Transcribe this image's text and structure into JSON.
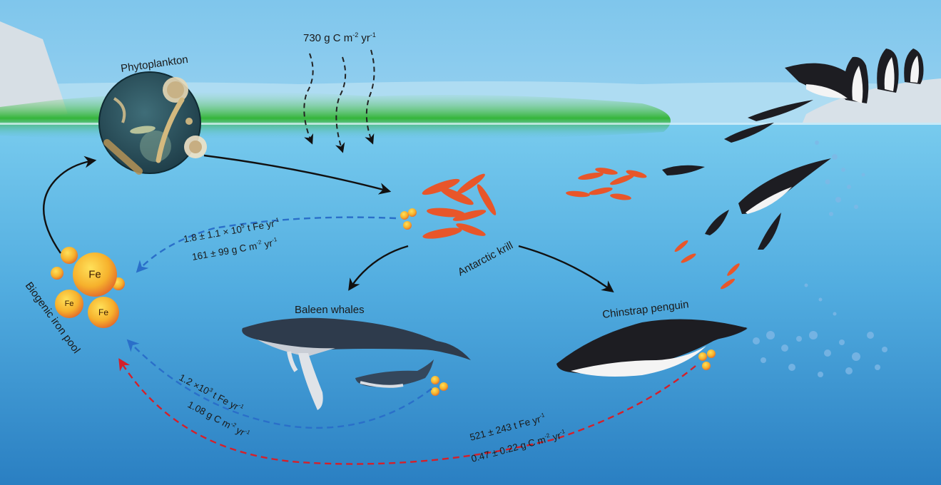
{
  "labels": {
    "phytoplankton": "Phytoplankton",
    "carbon_input": "730 g C m",
    "carbon_input_exp": "-2",
    "carbon_input_tail": " yr",
    "carbon_input_exp2": "-1",
    "antarctic_krill": "Antarctic krill",
    "baleen_whales": "Baleen whales",
    "chinstrap_penguin": "Chinstrap penguin",
    "biogenic_iron_pool": "Biogenic iron pool"
  },
  "iron_atoms": {
    "large": "Fe",
    "small_left": "Fe",
    "small_right": "Fe"
  },
  "fluxes": {
    "krill": {
      "iron": {
        "base": "1.8 ± 1.1 × 10",
        "exp": "5",
        "unit": " t Fe yr",
        "unit_exp": "-1"
      },
      "carbon": {
        "base": "161 ± 99 g C m",
        "exp": "-2",
        "unit": " yr",
        "unit_exp": "-1"
      }
    },
    "whales": {
      "iron": {
        "base": "1.2 ×10",
        "exp": "3",
        "unit": " t Fe yr",
        "unit_exp": "-1"
      },
      "carbon": {
        "base": "1.08 g C m",
        "exp": "-2",
        "unit": " yr",
        "unit_exp": "-1"
      }
    },
    "penguins": {
      "iron": {
        "base": "521 ± 243 t Fe yr",
        "exp": "-1"
      },
      "carbon": {
        "base": "0.47 ± 0.22 g C m",
        "exp": "-2",
        "unit": " yr",
        "unit_exp": "-1"
      }
    }
  },
  "colors": {
    "krill_flux": "#2a6fc9",
    "whale_flux": "#2a6fc9",
    "penguin_flux": "#d4202a",
    "food_web_arrow": "#111111",
    "sky_top": "#7fc6ec",
    "ocean_surface": "#6cc3ea",
    "ocean_deep": "#2f87c8",
    "algal_bloom": "#34b23a",
    "iron_sphere": "#f1a52b",
    "krill": "#e8562a"
  }
}
